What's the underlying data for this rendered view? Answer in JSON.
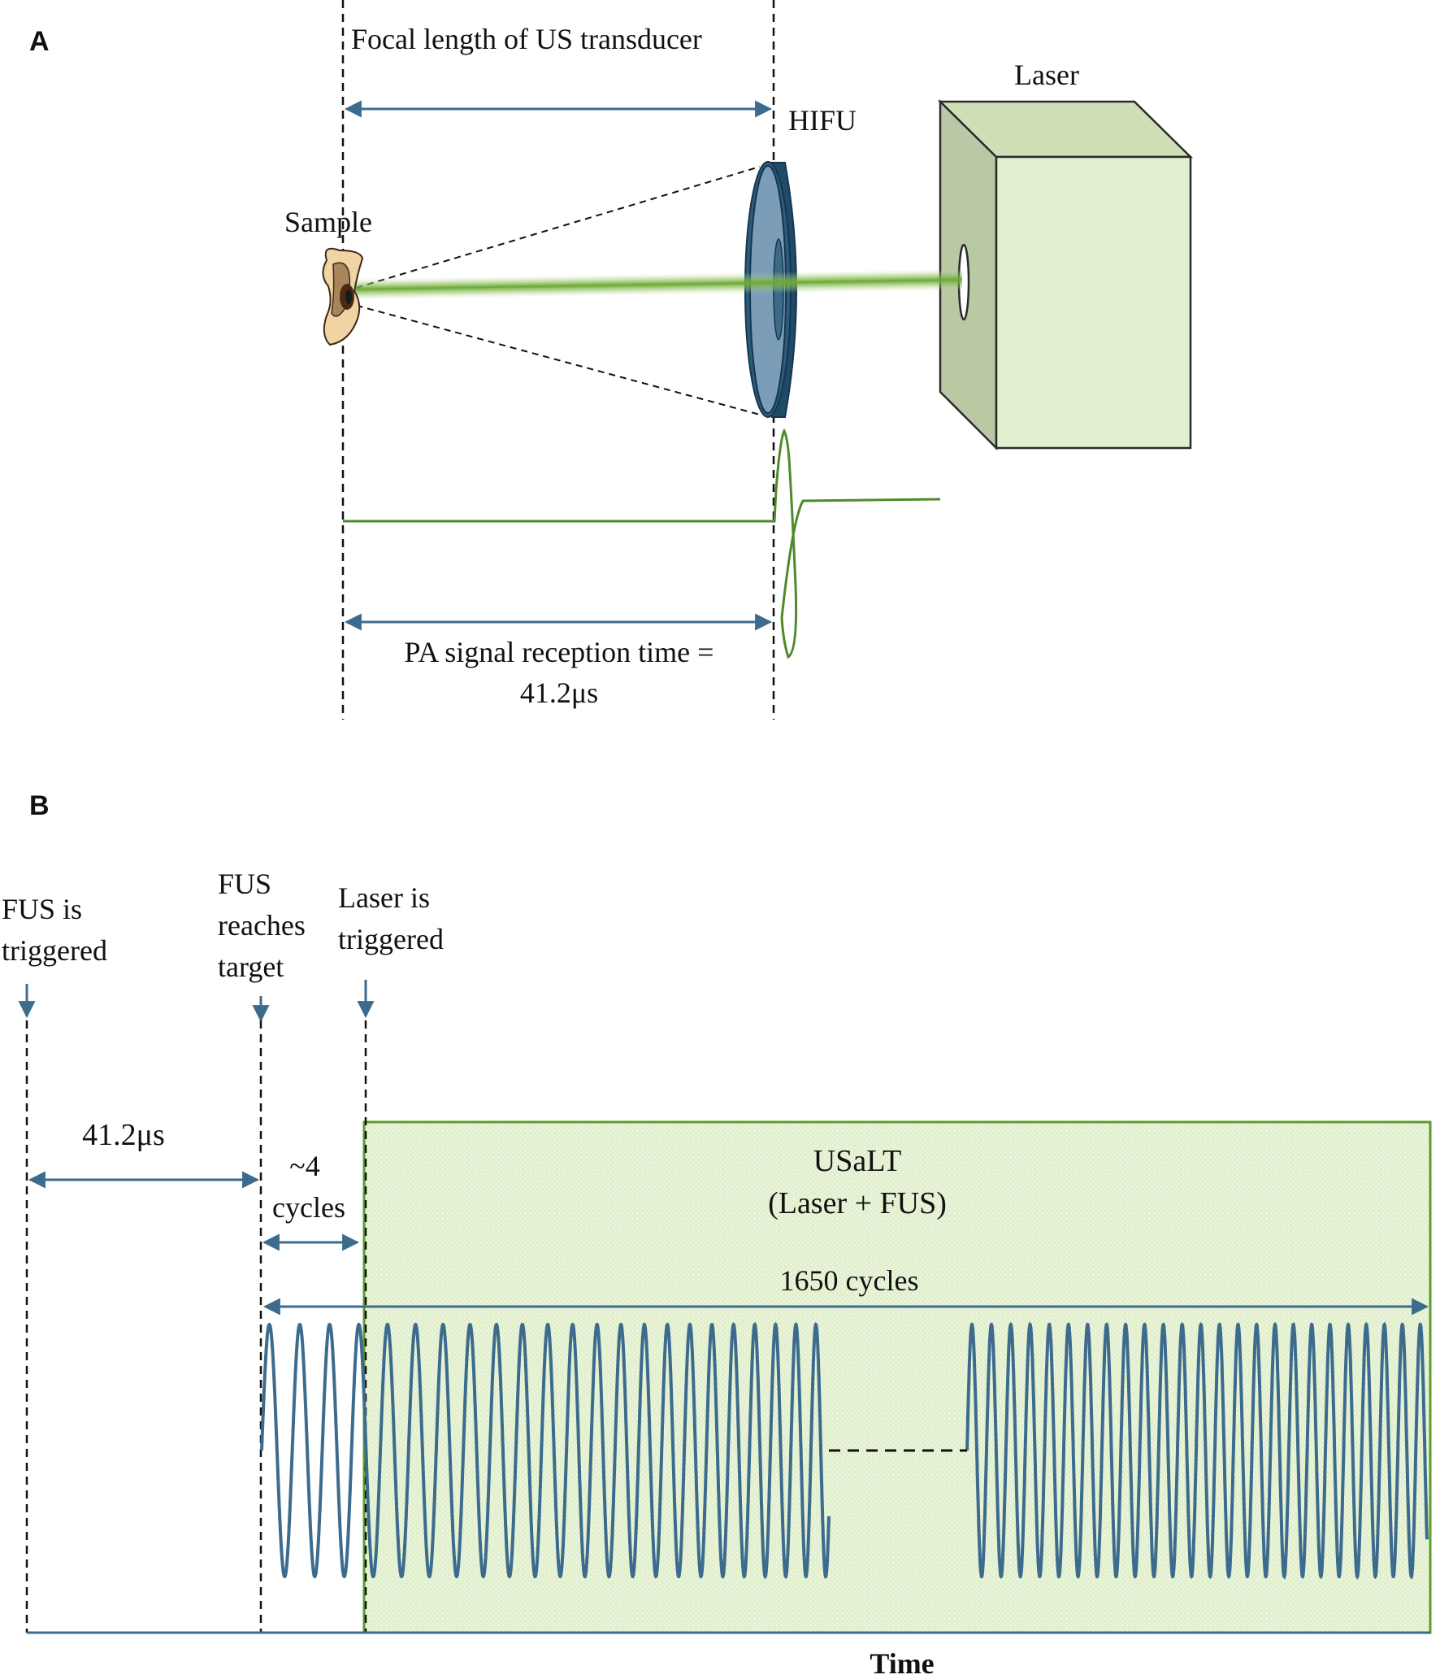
{
  "panel_a": {
    "label": "A",
    "focal_length_label": "Focal length of US transducer",
    "hifu_label": "HIFU",
    "laser_label": "Laser",
    "sample_label": "Sample",
    "reception_line1": "PA signal reception time =",
    "reception_line2": "41.2μs"
  },
  "panel_b": {
    "label": "B",
    "fus_triggered_line1": "FUS is",
    "fus_triggered_line2": "triggered",
    "fus_reaches_line1": "FUS",
    "fus_reaches_line2": "reaches",
    "fus_reaches_line3": "target",
    "laser_triggered_line1": "Laser is",
    "laser_triggered_line2": "triggered",
    "delay_label": "41.2μs",
    "cycles_line1": "~4",
    "cycles_line2": "cycles",
    "usalt_line1": "USaLT",
    "usalt_line2": "(Laser + FUS)",
    "total_cycles_label": "1650 cycles",
    "time_axis_label": "Time"
  },
  "colors": {
    "accent_blue": "#3d6b8e",
    "laser_green": "#7cb342",
    "box_green": "#e2f0cf"
  }
}
